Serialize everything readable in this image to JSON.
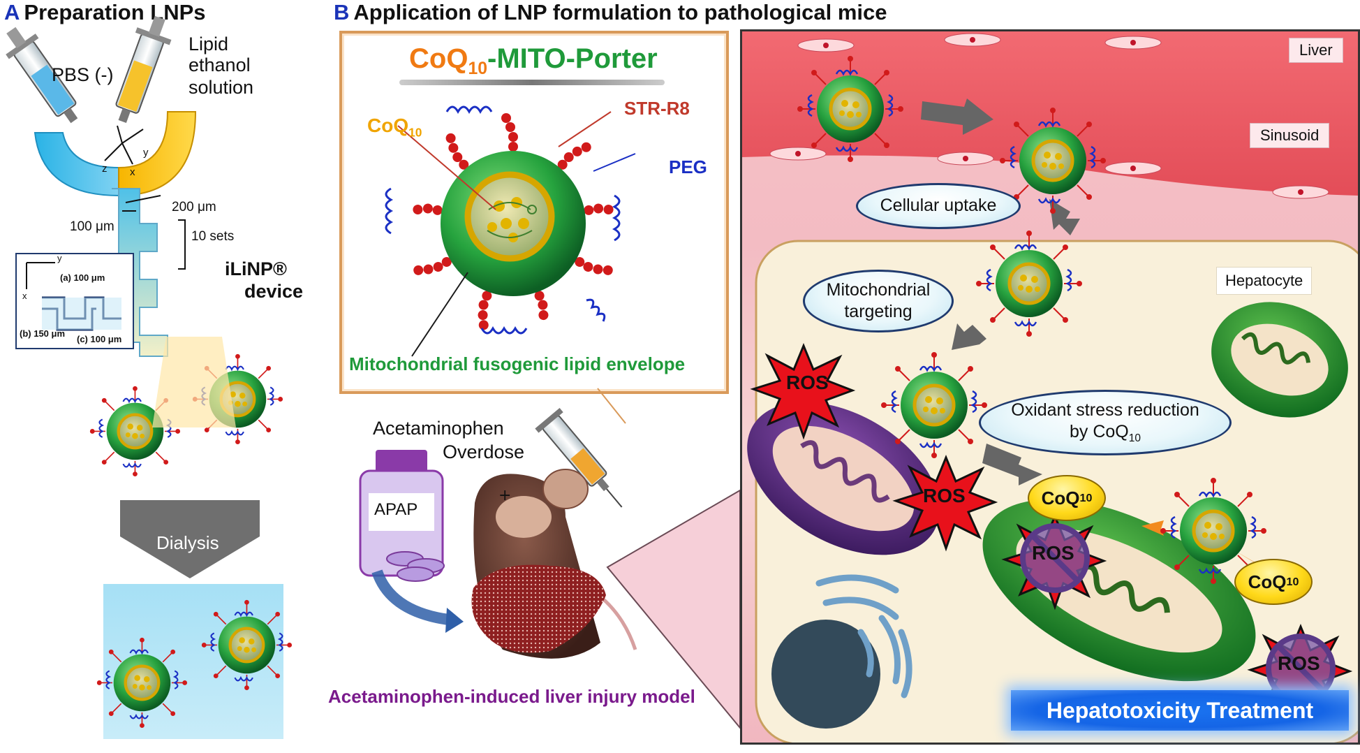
{
  "panel_a": {
    "letter": "A",
    "title": "Preparation LNPs",
    "syringe_left_label": "PBS (-)",
    "syringe_right_label_1": "Lipid",
    "syringe_right_label_2": "ethanol",
    "syringe_right_label_3": "solution",
    "axis_y": "y",
    "axis_z": "z",
    "axis_x": "x",
    "dim_200": "200 μm",
    "dim_100": "100 μm",
    "dim_sets": "10 sets",
    "device_1": "iLiNP®",
    "device_2": "device",
    "inset_y": "y",
    "inset_x": "x",
    "inset_a": "(a) 100 μm",
    "inset_b": "(b) 150 μm",
    "inset_c": "(c) 100 μm",
    "dialysis": "Dialysis"
  },
  "panel_b": {
    "letter": "B",
    "title": "Application of LNP formulation to pathological mice",
    "porter_title_coq": "CoQ",
    "porter_title_sub": "10",
    "porter_title_rest": "-MITO-Porter",
    "str_r8": "STR-R8",
    "coq_label": "CoQ",
    "coq_label_sub": "10",
    "peg": "PEG",
    "envelope": "Mitochondrial fusogenic lipid envelope",
    "acetaminophen_1": "Acetaminophen",
    "acetaminophen_2": "Overdose",
    "apap": "APAP",
    "model": "Acetaminophen-induced liver injury model",
    "liver": "Liver",
    "sinusoid": "Sinusoid",
    "cellular_uptake": "Cellular uptake",
    "mito_target_1": "Mitochondrial",
    "mito_target_2": "targeting",
    "hepatocyte": "Hepatocyte",
    "oxidant_1": "Oxidant stress reduction",
    "oxidant_2": "by CoQ",
    "oxidant_sub": "10",
    "ros": "ROS",
    "coq_bubble": "CoQ",
    "coq_bubble_sub": "10",
    "treatment": "Hepatotoxicity Treatment"
  },
  "colors": {
    "accent_blue": "#1a33b8",
    "lnp_green": "#1f9a3a",
    "str_red": "#d11a1a",
    "peg_blue": "#1a2fc4",
    "coq_orange": "#f07a12",
    "ros_red": "#e8111b",
    "model_purple": "#7a1a8c",
    "treatment_bg": "#1565e6"
  },
  "icons": [
    "syringe-icon",
    "lnp-particle-icon",
    "mouse-icon",
    "liver-icon",
    "mitochondria-icon",
    "ros-burst-icon",
    "bottle-icon",
    "arrow-icon"
  ]
}
